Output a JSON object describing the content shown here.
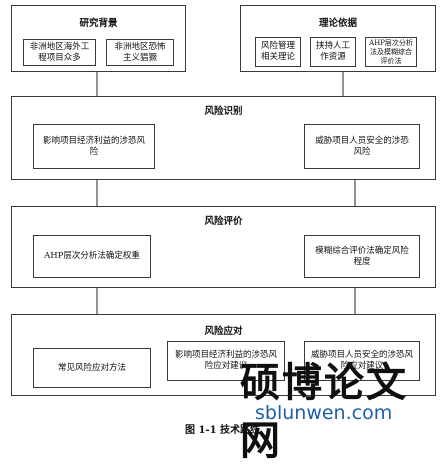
{
  "background": {
    "title": "研究背景",
    "items": [
      "非洲地区海外工程项目众多",
      "非洲地区恐怖主义猖獗"
    ]
  },
  "theory": {
    "title": "理论依据",
    "items": [
      "风险管理相关理论",
      "挟持人工作资源",
      "AHP层次分析法及模糊综合评价法"
    ]
  },
  "identification": {
    "title": "风险识别",
    "items": [
      "影响项目经济利益的涉恐风险",
      "威胁项目人员安全的涉恐风险"
    ]
  },
  "evaluation": {
    "title": "风险评价",
    "items": [
      "AHP层次分析法确定权重",
      "模糊综合评价法确定风险程度"
    ]
  },
  "response": {
    "title": "风险应对",
    "items": [
      "常见风险应对方法",
      "影响项目经济利益的涉恐风险应对建议",
      "威胁项目人员安全的涉恐风险应对建议"
    ]
  },
  "caption": "图 1-1  技术路线",
  "watermark": {
    "text": "硕博论文网",
    "url": "sblunwen.com"
  }
}
